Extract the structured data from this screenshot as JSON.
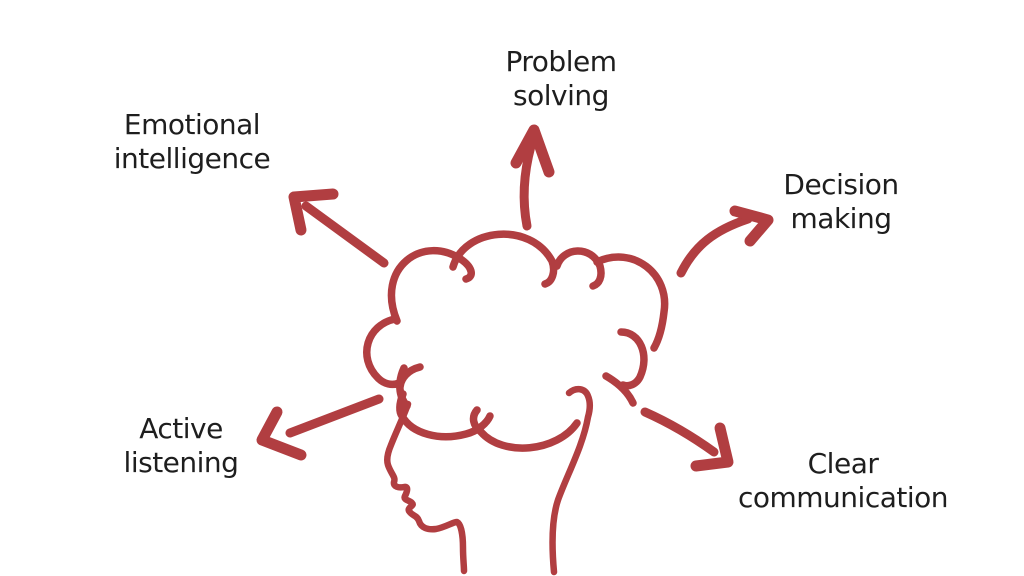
{
  "page": {
    "background_color": "#ffffff",
    "text_color": "#1e1e1e",
    "accent_color": "#b13e41"
  },
  "diagram": {
    "type": "mind-map",
    "center_icon": "head-with-cloud-brain-icon",
    "nodes": [
      {
        "id": "problem-solving",
        "label": "Problem\nsolving",
        "arrow_direction": "up"
      },
      {
        "id": "emotional-intelligence",
        "label": "Emotional\nintelligence",
        "arrow_direction": "up-left"
      },
      {
        "id": "decision-making",
        "label": "Decision\nmaking",
        "arrow_direction": "up-right"
      },
      {
        "id": "active-listening",
        "label": "Active\nlistening",
        "arrow_direction": "down-left"
      },
      {
        "id": "clear-communication",
        "label": "Clear\ncommunication",
        "arrow_direction": "down-right"
      }
    ]
  }
}
